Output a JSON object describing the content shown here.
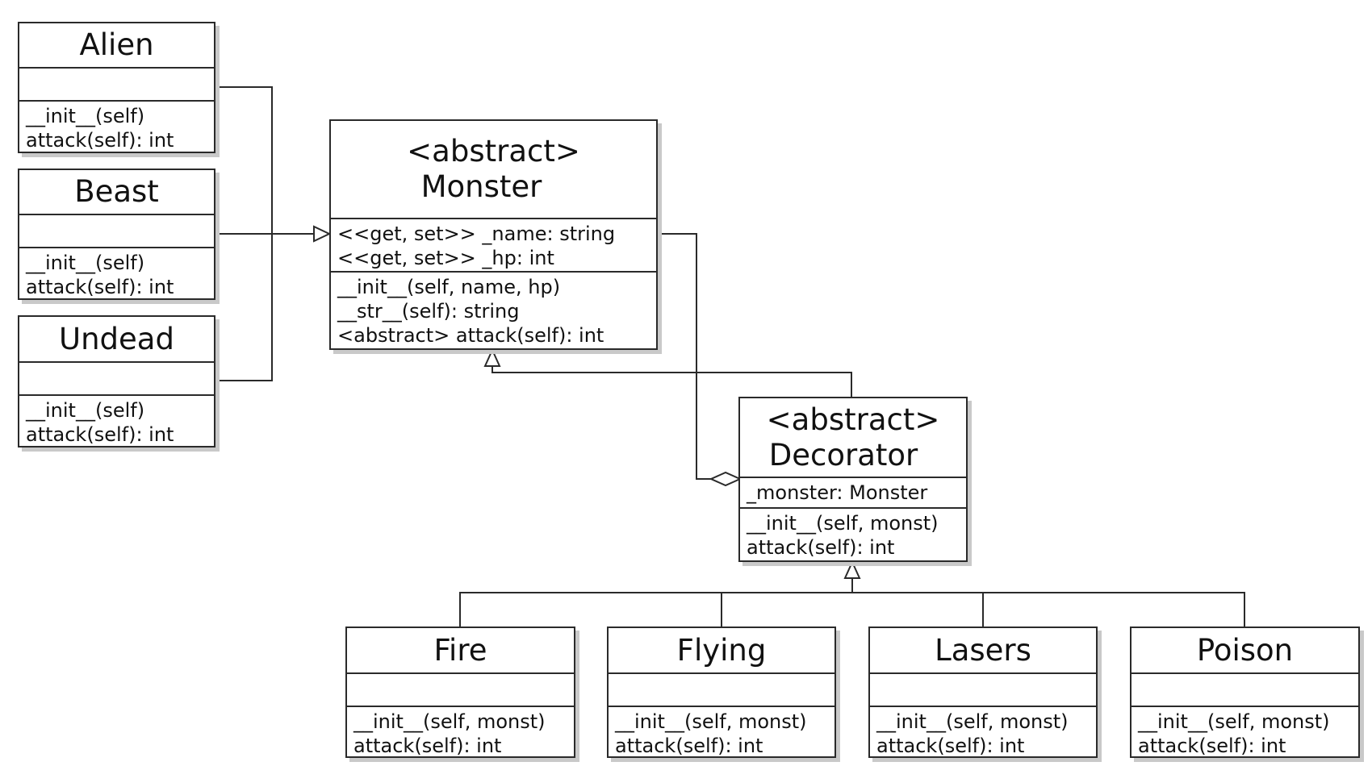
{
  "classes": {
    "alien": {
      "name": "Alien",
      "ops": [
        "__init__(self)",
        "attack(self): int"
      ]
    },
    "beast": {
      "name": "Beast",
      "ops": [
        "__init__(self)",
        "attack(self): int"
      ]
    },
    "undead": {
      "name": "Undead",
      "ops": [
        "__init__(self)",
        "attack(self): int"
      ]
    },
    "monster": {
      "stereotype": "<abstract>",
      "name": "Monster",
      "attrs": [
        "<<get, set>> _name: string",
        "<<get, set>> _hp: int"
      ],
      "ops": [
        "__init__(self, name, hp)",
        "__str__(self): string",
        "<abstract> attack(self): int"
      ]
    },
    "decorator": {
      "stereotype": "<abstract>",
      "name": "Decorator",
      "attrs": [
        "_monster: Monster"
      ],
      "ops": [
        "__init__(self, monst)",
        "attack(self): int"
      ]
    },
    "fire": {
      "name": "Fire",
      "ops": [
        "__init__(self, monst)",
        "attack(self): int"
      ]
    },
    "flying": {
      "name": "Flying",
      "ops": [
        "__init__(self, monst)",
        "attack(self): int"
      ]
    },
    "lasers": {
      "name": "Lasers",
      "ops": [
        "__init__(self, monst)",
        "attack(self): int"
      ]
    },
    "poison": {
      "name": "Poison",
      "ops": [
        "__init__(self, monst)",
        "attack(self): int"
      ]
    }
  },
  "relations": [
    {
      "type": "generalization",
      "from": "alien",
      "to": "monster"
    },
    {
      "type": "generalization",
      "from": "beast",
      "to": "monster"
    },
    {
      "type": "generalization",
      "from": "undead",
      "to": "monster"
    },
    {
      "type": "generalization",
      "from": "decorator",
      "to": "monster"
    },
    {
      "type": "aggregation",
      "from": "decorator",
      "to": "monster"
    },
    {
      "type": "generalization",
      "from": "fire",
      "to": "decorator"
    },
    {
      "type": "generalization",
      "from": "flying",
      "to": "decorator"
    },
    {
      "type": "generalization",
      "from": "lasers",
      "to": "decorator"
    },
    {
      "type": "generalization",
      "from": "poison",
      "to": "decorator"
    }
  ]
}
